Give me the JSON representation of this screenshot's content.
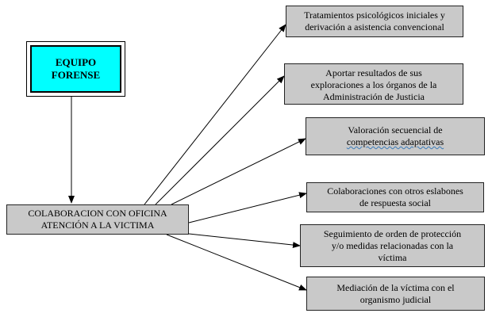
{
  "origin": {
    "label_line1": "EQUIPO",
    "label_line2": "FORENSE",
    "fill": "#00ffff"
  },
  "hub": {
    "label_line1": "COLABORACION CON OFICINA",
    "label_line2": "ATENCIÓN A LA VICTIMA",
    "fill": "#c9c9c9"
  },
  "targets": [
    {
      "line1": "Tratamientos psicológicos iniciales y",
      "line2": "derivación a asistencia convencional"
    },
    {
      "line1": "Aportar resultados de sus",
      "line2": "exploraciones a los órganos de la",
      "line3": "Administración de Justicia"
    },
    {
      "line1": "Valoración secuencial de",
      "line2": "competencias adaptativas"
    },
    {
      "line1": "Colaboraciones con otros eslabones",
      "line2": "de respuesta social"
    },
    {
      "line1": "Seguimiento de orden de protección",
      "line2": "y/o medidas relacionadas con la",
      "line3": "víctima"
    },
    {
      "line1": "Mediación de la víctima con el",
      "line2": "organismo judicial"
    }
  ],
  "colors": {
    "box_fill": "#c9c9c9",
    "arrow": "#000000",
    "accent": "#00ffff"
  }
}
